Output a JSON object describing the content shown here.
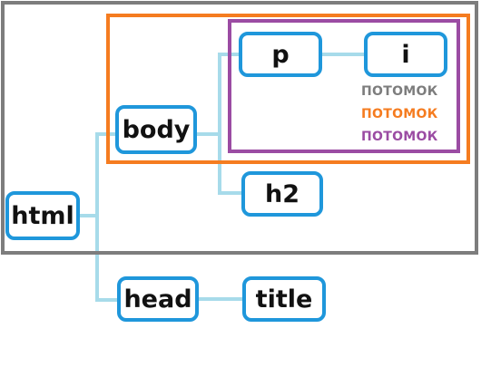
{
  "colors": {
    "background": "#ffffff",
    "connector": "#a7dbea",
    "node_border": "#1f97db",
    "frame_gray": "#7d7d7d",
    "frame_orange": "#f57c20",
    "frame_purple": "#9b4ca3",
    "text": "#111111"
  },
  "nodes": {
    "html": "html",
    "body": "body",
    "p": "p",
    "i": "i",
    "h2": "h2",
    "head": "head",
    "title": "title"
  },
  "descendant_labels": [
    {
      "text": "ПОТОМОК",
      "color": "#7d7d7d"
    },
    {
      "text": "ПОТОМОК",
      "color": "#f57c20"
    },
    {
      "text": "ПОТОМОК",
      "color": "#9b4ca3"
    }
  ]
}
